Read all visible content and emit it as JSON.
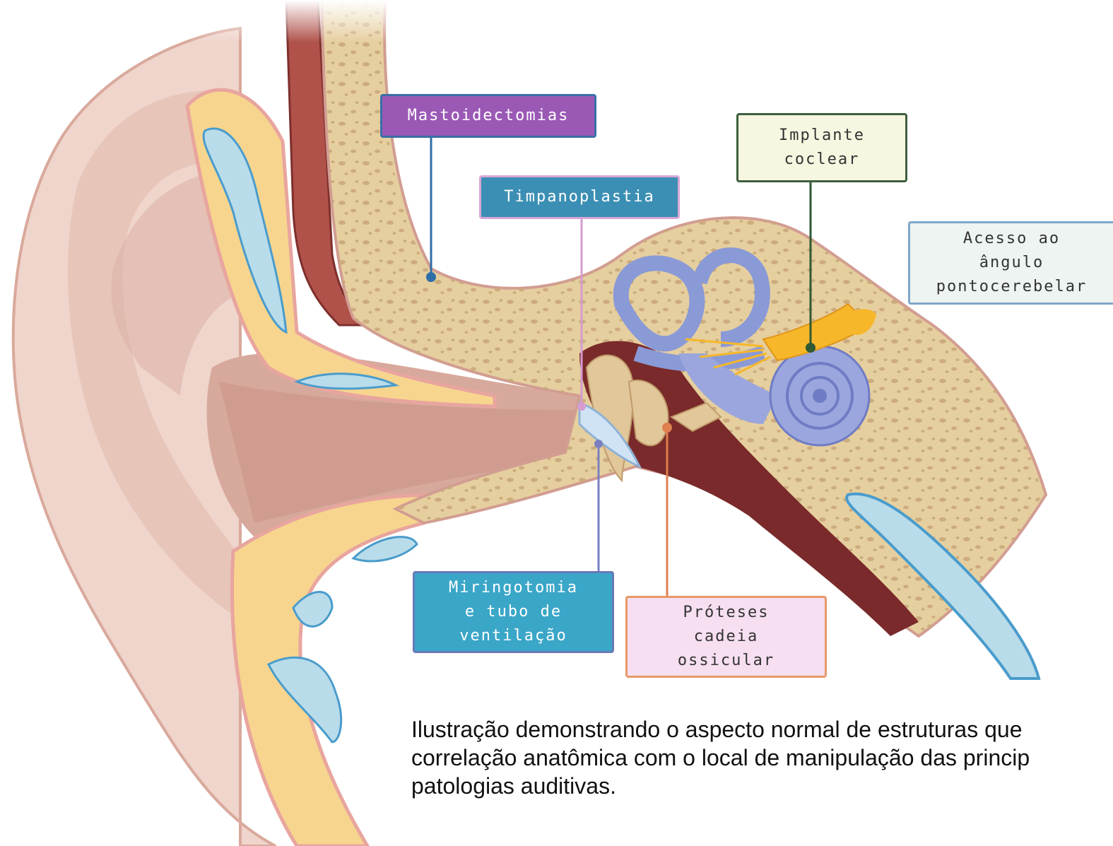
{
  "labels": {
    "mastoidectomias": {
      "text": "Mastoidectomias",
      "bg": "#9b59b6",
      "border": "#3a6ea5",
      "color": "#ffffff",
      "line": "#2f6fa8"
    },
    "timpanoplastia": {
      "text": "Timpanoplastia",
      "bg": "#3c8fb4",
      "border": "#d9a7d6",
      "color": "#ffffff",
      "line": "#d59bd0"
    },
    "implante_coclear": {
      "text": "Implante\ncoclear",
      "bg": "#f7f6e1",
      "border": "#3d5f3d",
      "color": "#333333",
      "line": "#2f5a34"
    },
    "acesso_angulo": {
      "text": "Acesso ao\nângulo\npontocerebelar",
      "bg": "#eef4f2",
      "border": "#7fa7c9",
      "color": "#333333"
    },
    "miringotomia": {
      "text": "Miringotomia\ne tubo de\nventilação",
      "bg": "#3aa6c8",
      "border": "#6a78b8",
      "color": "#ffffff",
      "line": "#7a80c0"
    },
    "proteses": {
      "text": "Próteses\ncadeia\nossicular",
      "bg": "#f6dff0",
      "border": "#e8996a",
      "color": "#333333",
      "line": "#e07f4f"
    }
  },
  "caption": {
    "line1": "Ilustração demonstrando o aspecto normal de estruturas que",
    "line2": "correlação anatômica com o local de manipulação das princip",
    "line3": "patologias auditivas."
  }
}
